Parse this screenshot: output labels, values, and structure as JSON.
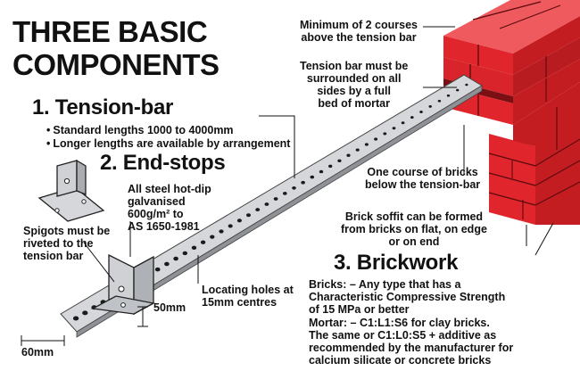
{
  "title_lines": [
    "THREE BASIC",
    "COMPONENTS"
  ],
  "sections": [
    {
      "heading": "1. Tension-bar",
      "bullets": [
        "Standard lengths 1000 to 4000mm",
        "Longer lengths are available by arrangement"
      ]
    },
    {
      "heading": "2. End-stops"
    },
    {
      "heading": "3. Brickwork"
    }
  ],
  "annotations": {
    "steel": [
      "All steel hot-dip",
      "galvanised",
      "600g/m² to",
      "AS 1650-1981"
    ],
    "spigots": [
      "Spigots must be",
      "riveted to the",
      "tension bar"
    ],
    "holes": [
      "Locating holes at",
      "15mm centres"
    ],
    "dim_50": "50mm",
    "dim_60": "60mm",
    "min_courses": [
      "Minimum of 2 courses",
      "above the tension bar"
    ],
    "mortar": [
      "Tension bar must be",
      "surrounded on all",
      "sides by a full",
      "bed of mortar"
    ],
    "one_course": [
      "One course of bricks",
      "below the tension-bar"
    ],
    "soffit": [
      "Brick soffit can be formed",
      "from bricks on flat, on edge",
      "or on end"
    ],
    "bricks": [
      "Bricks: – Any type that has a",
      "Characteristic Compressive Strength",
      "of 15 MPa or better"
    ],
    "mortar_mix": [
      "Mortar: – C1:L1:S6 for clay bricks.",
      "The same or C1:L0:S5 + additive as",
      "recommended by the manufacturer for",
      "calcium silicate or concrete bricks"
    ]
  },
  "colors": {
    "brick": "#e0262c",
    "brick_light": "#ef5a5e",
    "brick_dark": "#9e1519",
    "mortar_line": "#5a0a0c",
    "steel": "#d5d7da",
    "steel_dark": "#8e9196",
    "ink": "#111111"
  }
}
